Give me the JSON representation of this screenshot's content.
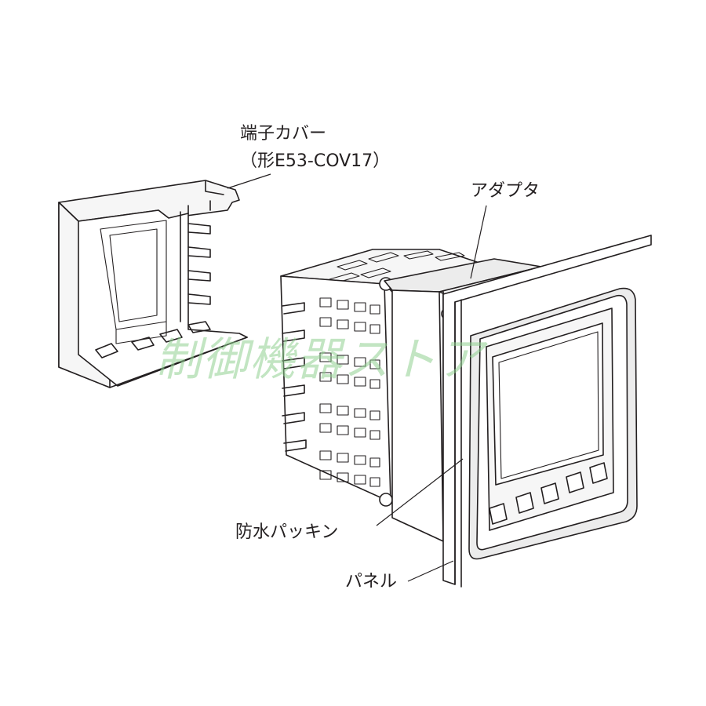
{
  "labels": {
    "terminal_cover_name": "端子カバー",
    "terminal_cover_model": "（形E53-COV17）",
    "adapter": "アダプタ",
    "waterproof_packing": "防水パッキン",
    "panel": "パネル"
  },
  "watermark": "制御機器ストア",
  "colors": {
    "line": "#231f20",
    "watermark": "#8fcf8f",
    "background": "#ffffff"
  }
}
